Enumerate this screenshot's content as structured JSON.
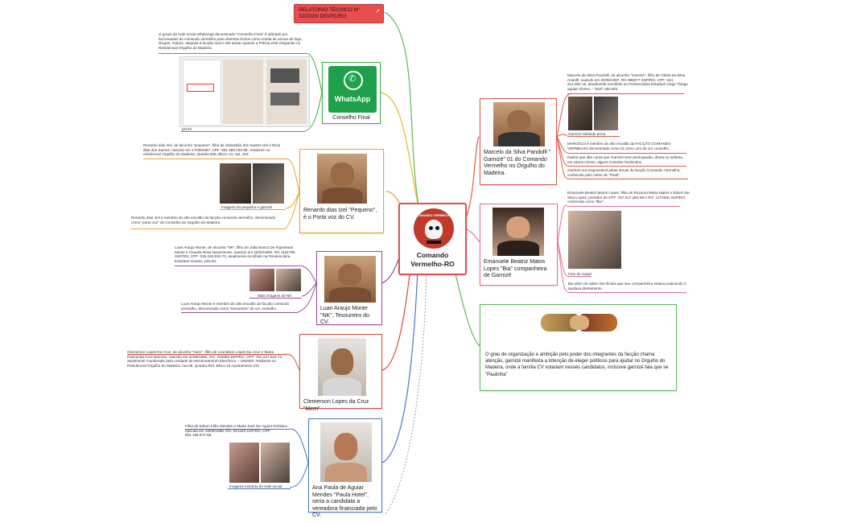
{
  "report_tag": {
    "label": "RELATÓRIO TÉCNICO Nº 32/2020/ DEI/PC/RO",
    "color": "#e94d4d"
  },
  "central": {
    "title": "Comando Vermelho-RO",
    "logo_text": "COMANDO VERMELHO",
    "border_color": "#d9534f"
  },
  "whatsapp": {
    "caption": "Conselho Final",
    "logo_text": "WhatsApp",
    "note": "O grupo da rede social WhatsApp denominado “Conselho Final” é utilizado por faccionados do comando vermelho para diversos ilícitos como venda de armas de fogo, drogas, roubos, ataques à facção rival e até avisar quando a Polícia está chegando no Residencial Orgulho do Madeira.",
    "image_caption": "print's",
    "color": "#3cb043"
  },
  "renardo": {
    "caption": "Renardo dias Izel \"Pequeno\", é o Porta voz do CV.",
    "note_top": "Renardo dias Izel, de alcunha \"pequeno\", filho de Sebastião dos Santos Izel e Elvia dias dos Santos, nascido em 17/09/1987, CPF: 961.968.032-68, residente no residencial Orgulho do Madeira, Quadra 605, Bloco 14, Apt. 403.",
    "image_caption": "Imagens do pequeno e garnizé",
    "note_bottom": "Renardo dias Izel é membro do alto escalão da facção comando vermelho, denominado como \"porta voz\" do Conselho do Orgulho do Madeira.",
    "color": "#f0a030"
  },
  "luan": {
    "caption": "Luan Araujo Monte \"NK\", Tesoureiro do CV.",
    "note_top": "Luan Araujo Monte, de alcunha \"NK\", filho de João Bosco De Figueiredo Monte e Claudia Rosa Nascimento, nascido em 25/04/1992, RG 1161755 SSP/RO, CPF: 015.240.932-70, atualmente recolhido na Penitenciária Estadual Aruana, cela B1.",
    "image_caption": "Mais imagens de NK",
    "note_bottom": "Luan Araujo Monte é membro do alto escalão da facção comando vermelho, denominado como \"tesoureiro\" de um conselho.",
    "color": "#9b4fa0"
  },
  "clemerson": {
    "caption": "Clemerson Lopes da Cruz \"Mem\"",
    "note": "Clemerson Lopes Da Cruz, de alcunha \"mem\", filho de Leomilson Lopes Da Cruz e Maria Raimunda Cruz Barroso, nascido em 22/06/1992, RG: 762099 SSP/RO, CPF: 791.247.022-72, atualmente monitorado pela Unidade de Monitoramento Eletrônico – UNISEP, residente no Residencial Orgulho do Madeira, rua 06, Quadra 603, Bloco 15 Apartamento 201",
    "color": "#e0473b"
  },
  "ana": {
    "caption": "Ana Paula de Aguiar Mendes \"Paula Hotel\", seria a candidata a vereadora financiada pelo CV.",
    "note": "Filha de Edson Félix Mendes e Maria José De Aguiar Emiliano nascida em 19/09/1988, RG: 921329 SSP/RO, CPF: 891.199.672-68.",
    "image_caption": "Imagens extraída de rede social",
    "color": "#4a76c9"
  },
  "marcelo": {
    "caption": "Marcelo da Silva Pandolfi \" Garnizé\" 01 do Comando Vermelho no Orgulho do Madeira.",
    "note_1": "Marcelo da Silva Pandolfi, de alcunha \"Garnizé\", filho de Odete da Silva Andolfi, nascido em 20/05/1987, RG 966077 SSP/RO, CPF: 544. 212.352-15, atualmente recolhido na Penitenciária Estadual Jorge Thiago aguiar Afonso – \"603\" cela B/6.",
    "image_caption": "Garnizé exibindo arma",
    "note_2": "MARCELO é membro do alto escalão da FACÇÃO COMANDO VERMELHO denominado como 01 (zero um) de um conselho.",
    "note_3": "Dados que dão conta que Garnizé teve participação, direta ou indireta, em vários crimes, alguns inclusive hediondos",
    "note_4": "Garnizé era responsável pelas armas da facção Comando Vermelho, conhecido pelo nome de \"Paiol\"",
    "color": "#e05a4a"
  },
  "emanuele": {
    "caption": "Emanuele Beatriz Matos Lopes \"Bia\" companheira de Garnizé",
    "note_top": "Emanuele Beatriz Matos Lopes, filha de Rozaura Maria Matos e Edson De Silva Lopes, portador do CPF: 027.017.262-98 e RG: 1274391 SSP/RO, conhecida como \"Bia\".",
    "image_caption": "Foto do Casal",
    "note_bottom": "Bia além de saber dos ilícitos que seu companheiro estava praticando o ajudava diretamente.",
    "color": "#e8708a"
  },
  "summary": {
    "text": "O grau de organização e ambição pelo poder dos integrantes da facção chama atenção, garnizé manifesta a intenção de eleger políticos para ajudar no Orgulho do Madeira, onde a família CV votariam nesses candidatos, inclusive garnizé fala que se \"Paulinha\"",
    "color": "#5cb85c"
  }
}
